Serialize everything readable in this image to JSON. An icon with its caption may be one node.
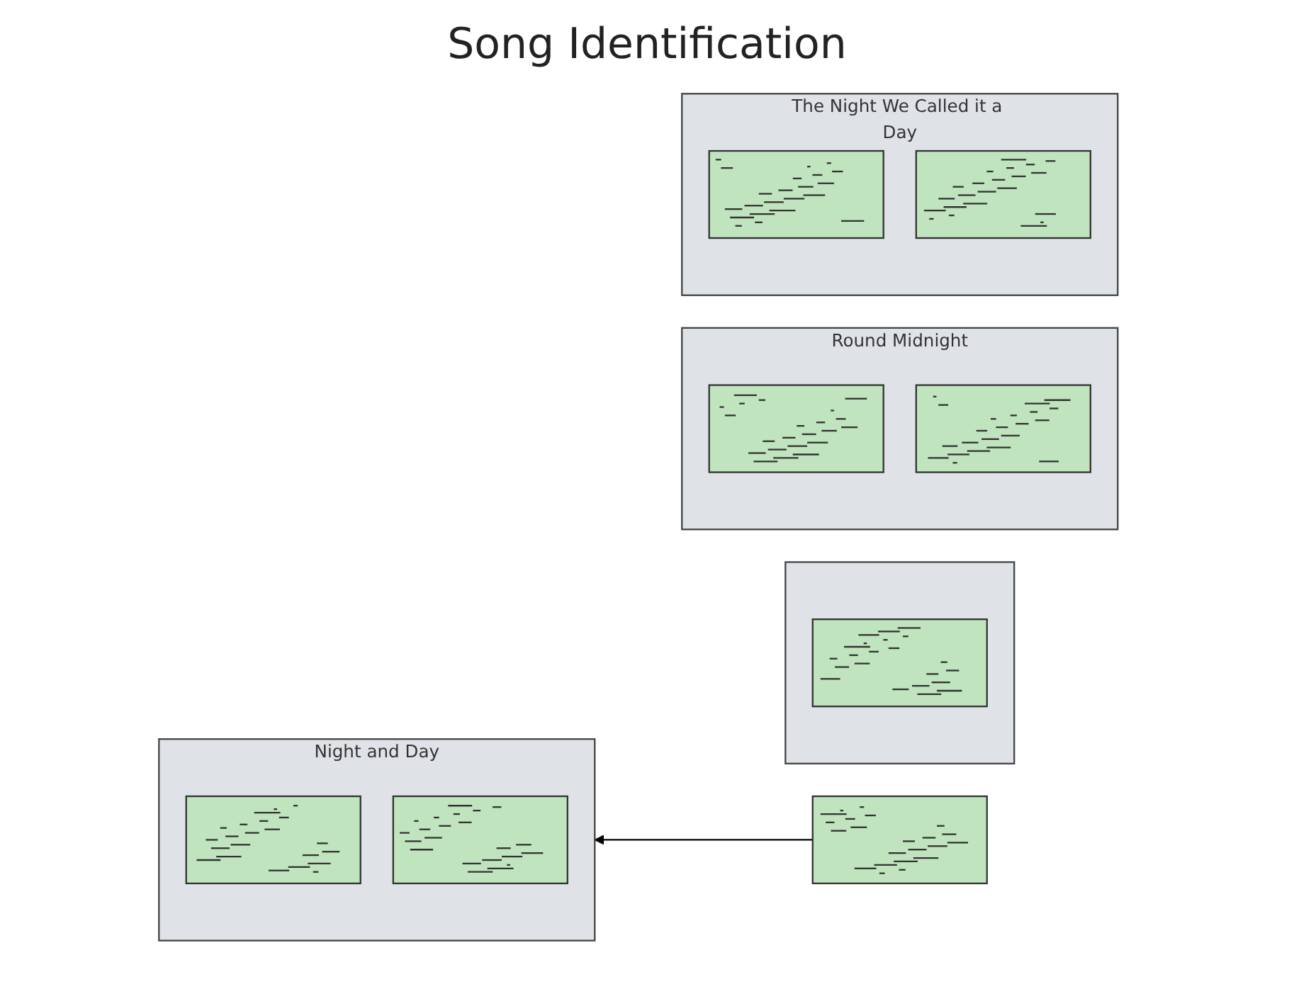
{
  "diagram": {
    "title": "Song Identification",
    "nodes": [
      {
        "text": [],
        "shape": "box"
      },
      {
        "text": [],
        "shape": "picture",
        "in": 0
      },
      {
        "text": [
          "Round Midnight"
        ]
      },
      {
        "text": [],
        "shape": "picture",
        "in": 2
      },
      {
        "text": [],
        "shape": "picture",
        "in": 2
      },
      {
        "text": [
          "Night and Day"
        ]
      },
      {
        "text": [],
        "shape": "picture",
        "in": 5
      },
      {
        "text": [],
        "shape": "picture",
        "in": 5
      },
      {
        "text": [],
        "shape": "picture"
      },
      {
        "text": [
          "The Night We Called it a Day"
        ]
      },
      {
        "text": [],
        "shape": "picture",
        "in": 9
      },
      {
        "text": [],
        "shape": "picture",
        "in": 9
      }
    ],
    "edges": [
      {
        "from": 8,
        "to": 5,
        "arrow": "to"
      }
    ]
  }
}
